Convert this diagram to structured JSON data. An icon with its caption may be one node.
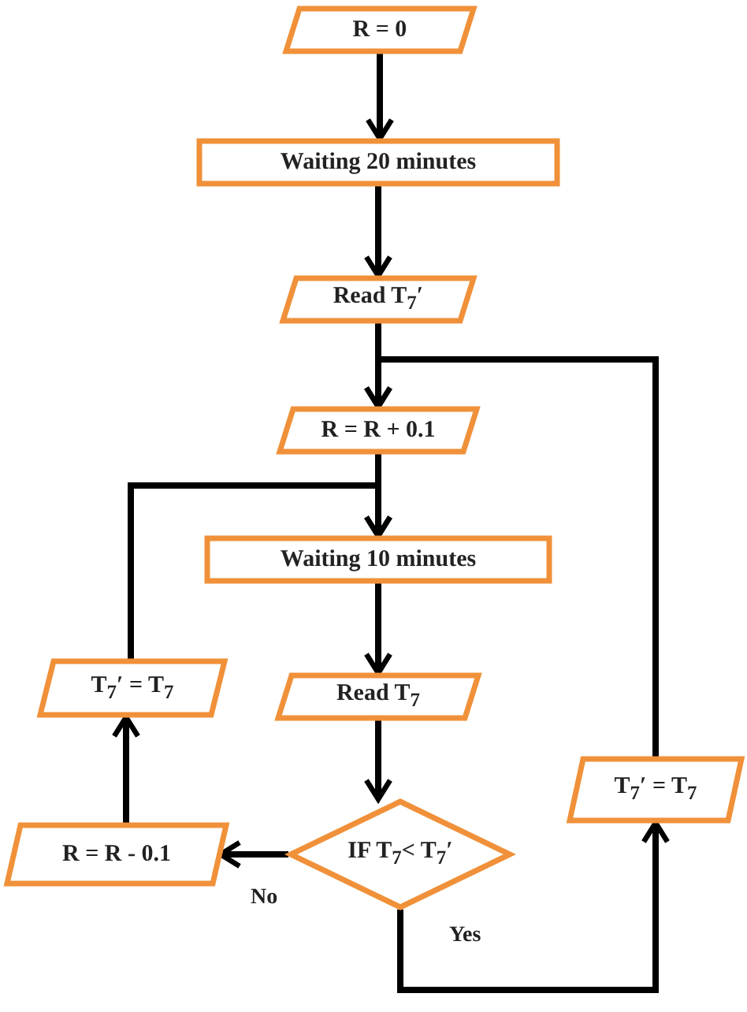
{
  "diagram": {
    "nodes": [
      {
        "text": [
          "R = 0"
        ]
      },
      {
        "text": [
          "Waiting 20 minutes"
        ]
      },
      {
        "text": [
          "Read T$_{7}$′"
        ]
      },
      {
        "text": [
          "R = R + 0.1"
        ]
      },
      {
        "text": [
          "Waiting 10 minutes"
        ]
      },
      {
        "text": [
          "Read T$_{7}$"
        ]
      },
      {
        "text": [
          "IF T$_{7}$< T$_{7}$′"
        ]
      },
      {
        "text": [
          "R = R - 0.1"
        ]
      },
      {
        "text": [
          "T$_{7}$′ = T$_{7}$"
        ]
      },
      {
        "text": [
          "T$_{7}$′ = T$_{7}$"
        ]
      }
    ],
    "edges": [
      {
        "from": 0,
        "to": 1,
        "arrow": "to"
      },
      {
        "from": 1,
        "to": 2,
        "arrow": "to"
      },
      {
        "from": 2,
        "to": 3,
        "arrow": "to"
      },
      {
        "from": 3,
        "to": 4,
        "arrow": "to"
      },
      {
        "from": 4,
        "to": 5,
        "arrow": "to"
      },
      {
        "from": 5,
        "to": 6,
        "arrow": "to"
      },
      {
        "from": 6,
        "to": 7,
        "arrow": "to",
        "label": "No"
      },
      {
        "from": 7,
        "to": 8,
        "arrow": "to"
      },
      {
        "from": 8,
        "to": 4,
        "arrow": "to"
      },
      {
        "from": 6,
        "to": 9,
        "arrow": "to",
        "label": "Yes"
      },
      {
        "from": 9,
        "to": 3,
        "arrow": "to"
      }
    ]
  }
}
